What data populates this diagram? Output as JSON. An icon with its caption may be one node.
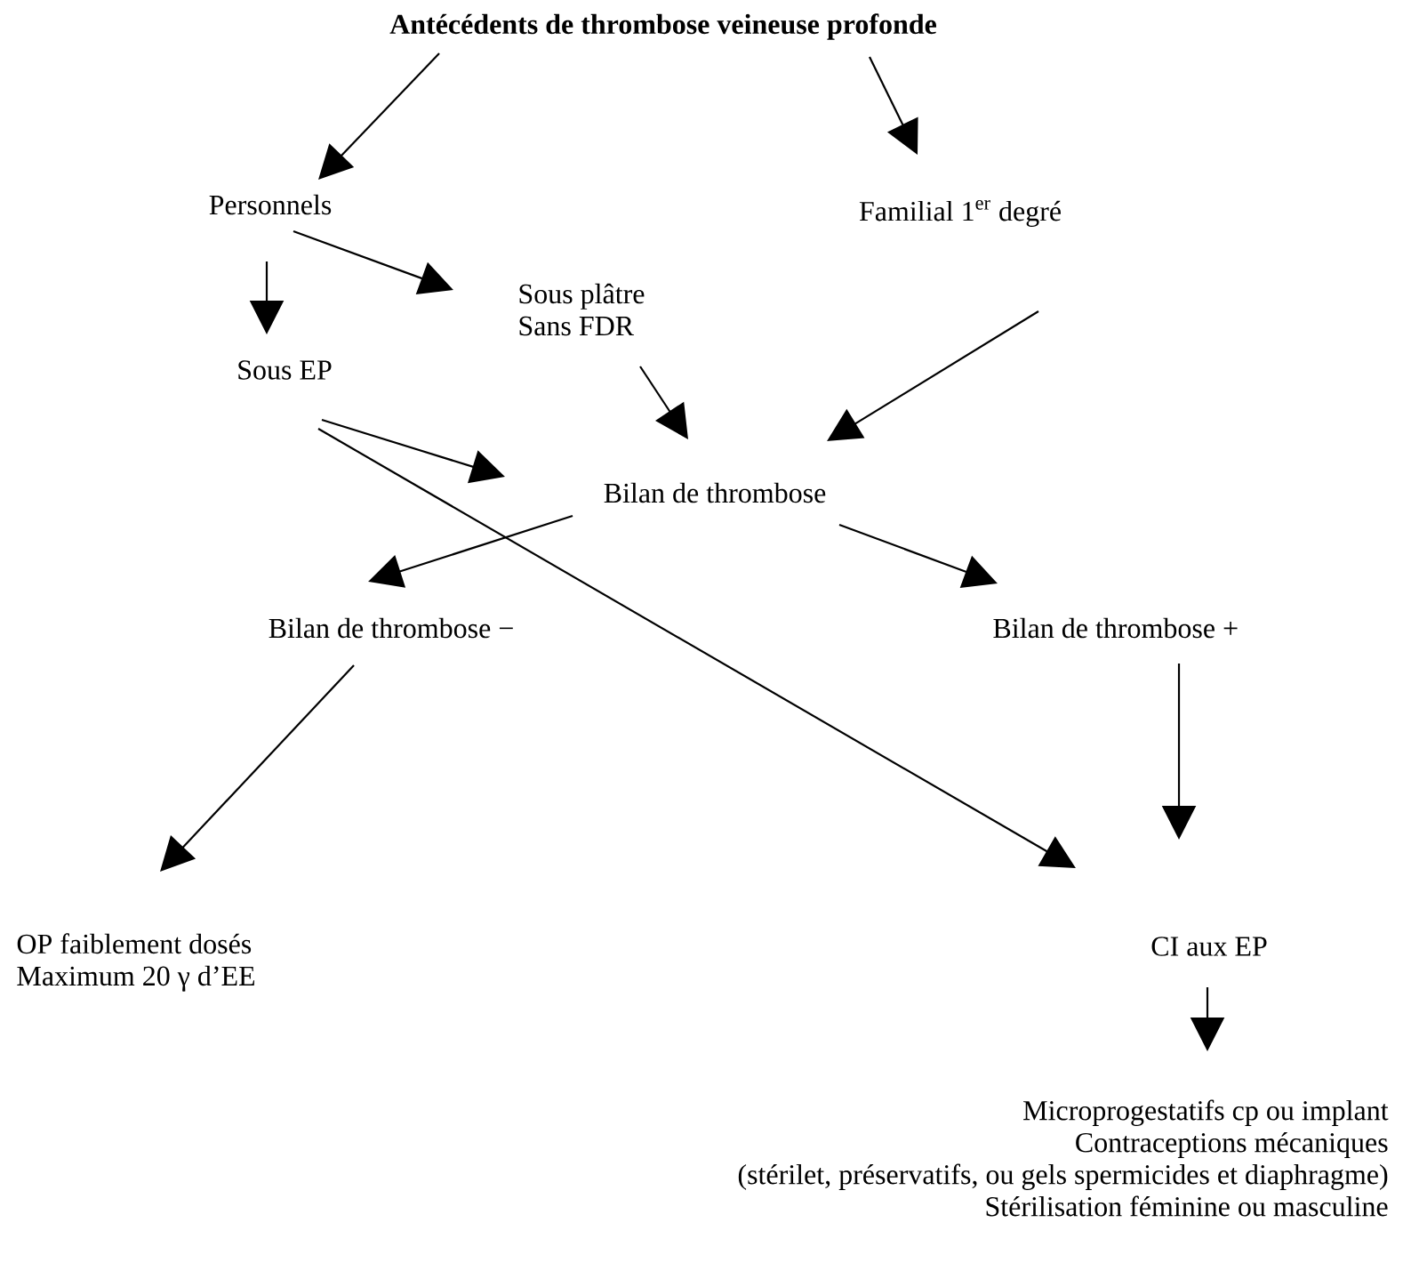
{
  "diagram": {
    "nodes": [
      {
        "text": [
          "Antécédents de thrombose veineuse profonde"
        ]
      },
      {
        "text": [
          "Personnels"
        ]
      },
      {
        "text": [
          "Familial 1$^{er}$ degré"
        ]
      },
      {
        "text": [
          "Sous plâtre",
          "Sans FDR"
        ]
      },
      {
        "text": [
          "Sous EP"
        ]
      },
      {
        "text": [
          "Bilan de thrombose"
        ]
      },
      {
        "text": [
          "Bilan de thrombose −"
        ]
      },
      {
        "text": [
          "Bilan de thrombose +"
        ]
      },
      {
        "text": [
          "OP faiblement dosés",
          "Maximum 20 γ d’EE"
        ]
      },
      {
        "text": [
          "CI aux EP"
        ]
      },
      {
        "text": [
          "Microprogestatifs cp ou implant",
          "Contraceptions mécaniques",
          "(stérilet, préservatifs, ou gels spermicides et diaphragme)",
          "Stérilisation féminine ou masculine"
        ]
      }
    ],
    "edges": [
      {
        "from": 0,
        "to": 1,
        "arrow": "to"
      },
      {
        "from": 0,
        "to": 2,
        "arrow": "to"
      },
      {
        "from": 1,
        "to": 3,
        "arrow": "to"
      },
      {
        "from": 1,
        "to": 4,
        "arrow": "to"
      },
      {
        "from": 3,
        "to": 5,
        "arrow": "to"
      },
      {
        "from": 2,
        "to": 5,
        "arrow": "to"
      },
      {
        "from": 4,
        "to": 5,
        "arrow": "to"
      },
      {
        "from": 4,
        "to": 9,
        "arrow": "to"
      },
      {
        "from": 5,
        "to": 6,
        "arrow": "to"
      },
      {
        "from": 5,
        "to": 7,
        "arrow": "to"
      },
      {
        "from": 6,
        "to": 8,
        "arrow": "to"
      },
      {
        "from": 7,
        "to": 9,
        "arrow": "to"
      },
      {
        "from": 9,
        "to": 10,
        "arrow": "to"
      }
    ]
  }
}
